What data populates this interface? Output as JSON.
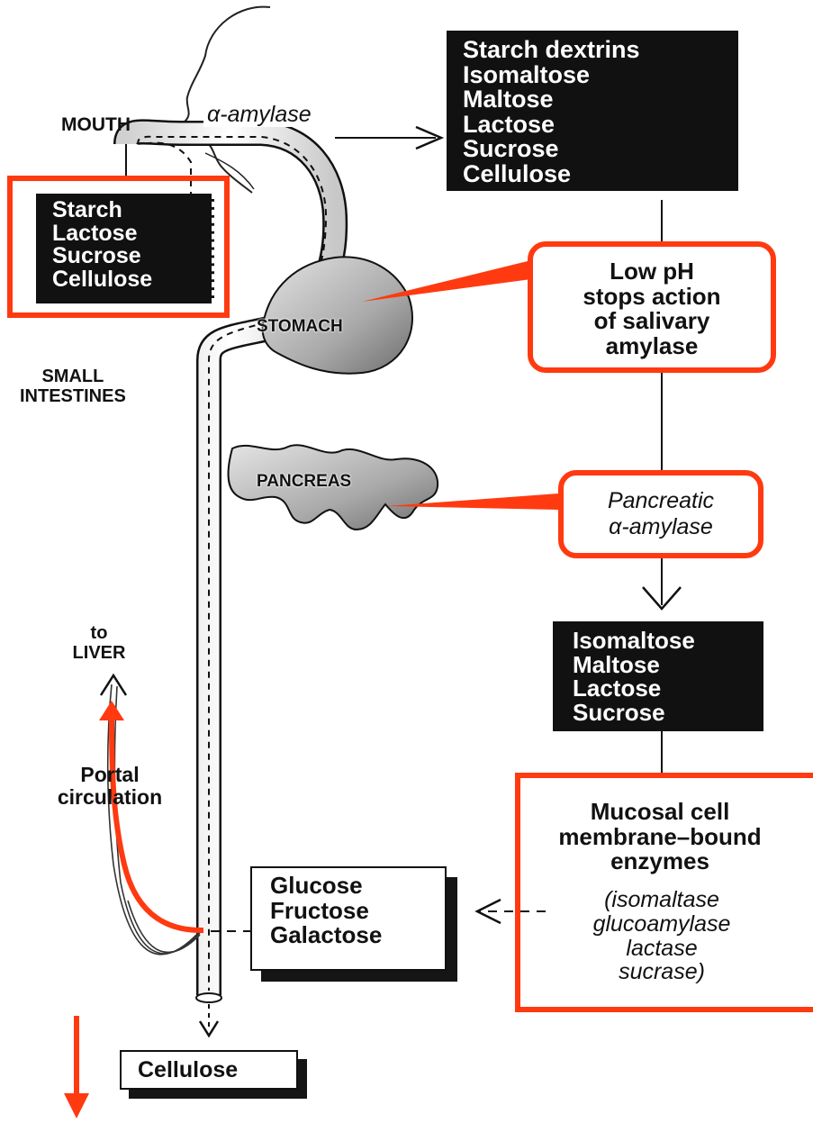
{
  "labels": {
    "mouth": "MOUTH",
    "amylase": "α-amylase",
    "small_intestines": [
      "SMALL",
      "INTESTINES"
    ],
    "stomach": "STOMACH",
    "pancreas": "PANCREAS",
    "to_liver": [
      "to",
      "LIVER"
    ],
    "portal_circulation": [
      "Portal",
      "circulation"
    ]
  },
  "boxes": {
    "mouth_sugars": [
      "Starch",
      "Lactose",
      "Sucrose",
      "Cellulose"
    ],
    "mouth_products": [
      "Starch dextrins",
      "Isomaltose",
      "Maltose",
      "Lactose",
      "Sucrose",
      "Cellulose"
    ],
    "low_ph": [
      "Low pH",
      "stops action",
      "of salivary",
      "amylase"
    ],
    "pancreatic_amylase": [
      "Pancreatic",
      "α-amylase"
    ],
    "disaccharides": [
      "Isomaltose",
      "Maltose",
      "Lactose",
      "Sucrose"
    ],
    "mucosal_enzymes": [
      "Mucosal cell",
      "membrane–bound",
      "enzymes"
    ],
    "enzyme_list": [
      "(isomaltase",
      "glucoamylase",
      "lactase",
      "sucrase)"
    ],
    "monosaccharides": [
      "Glucose",
      "Fructose",
      "Galactose"
    ],
    "excreted": "Cellulose"
  },
  "colors": {
    "highlight": "#ff3a10",
    "ink": "#111111",
    "organ_fill": "#b8b8b8"
  }
}
